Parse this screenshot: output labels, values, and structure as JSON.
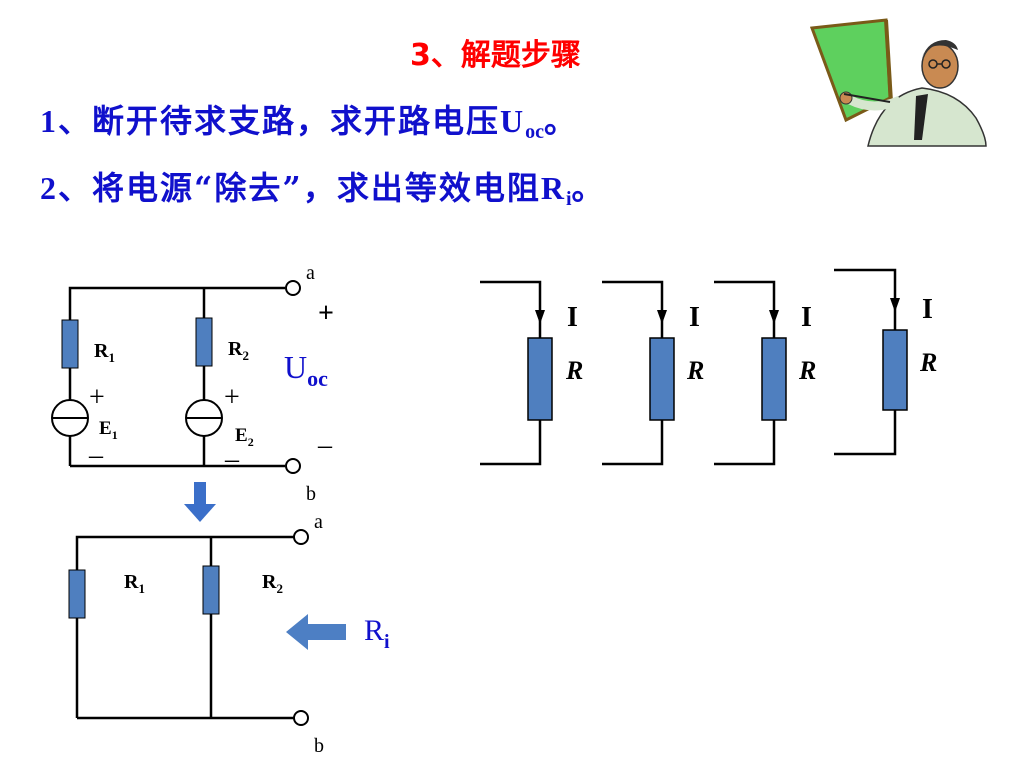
{
  "title": "3、解题步骤",
  "steps": [
    {
      "prefix": "1、",
      "text": "断开待求支路，求开路电压",
      "sym": "U",
      "sub": "oc",
      "end": "。"
    },
    {
      "prefix": "2、",
      "text": "将电源“除去”，求出等效电阻",
      "sym": "R",
      "sub": "i",
      "end": "。"
    }
  ],
  "circuit1": {
    "r1": "R",
    "r1_sub": "1",
    "r2": "R",
    "r2_sub": "2",
    "e1": "E",
    "e1_sub": "1",
    "e2": "E",
    "e2_sub": "2",
    "plus": "+",
    "minus": "–",
    "node_a": "a",
    "node_b": "b",
    "uoc": "U",
    "uoc_sub": "oc"
  },
  "circuit2": {
    "r1": "R",
    "r1_sub": "1",
    "r2": "R",
    "r2_sub": "2",
    "node_a": "a",
    "node_b": "b",
    "ri": "R",
    "ri_sub": "i"
  },
  "branches": [
    {
      "current": "I",
      "resistor": "R"
    },
    {
      "current": "I",
      "resistor": "R"
    },
    {
      "current": "I",
      "resistor": "R"
    },
    {
      "current": "I",
      "resistor": "R"
    }
  ],
  "colors": {
    "title": "#ff0000",
    "steps": "#1010cc",
    "resistor": "#4f7fbf",
    "arrow": "#3b6fc9"
  },
  "icons": {
    "teacher": "teacher-pointing-at-board-icon",
    "down": "down-arrow-icon",
    "left": "left-arrow-icon"
  }
}
